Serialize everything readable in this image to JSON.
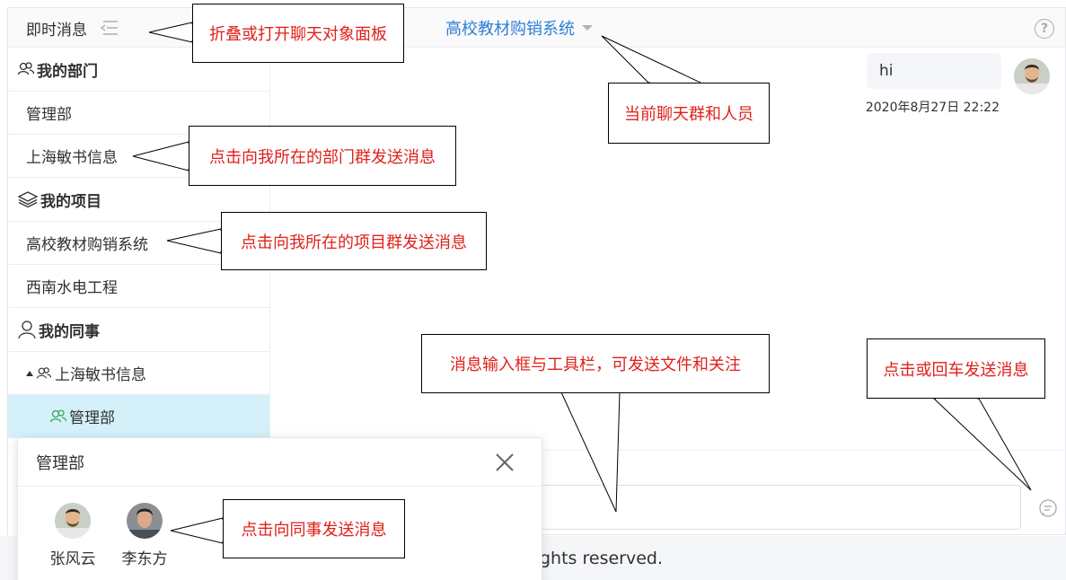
{
  "header": {
    "sidebar_title": "即时消息",
    "chat_title": "高校教材购销系统",
    "help_glyph": "?"
  },
  "sidebar": {
    "dept": {
      "title": "我的部门",
      "items": [
        "管理部",
        "上海敏书信息"
      ]
    },
    "project": {
      "title": "我的项目",
      "items": [
        "高校教材购销系统",
        "西南水电工程"
      ]
    },
    "colleague": {
      "title": "我的同事",
      "org": "上海敏书信息",
      "active_dept": "管理部"
    }
  },
  "chat": {
    "messages": [
      {
        "text": "hi",
        "time": "2020年8月27日 22:22"
      }
    ]
  },
  "popup": {
    "title": "管理部",
    "contacts": [
      {
        "name": "张风云"
      },
      {
        "name": "李东方"
      }
    ]
  },
  "footer": {
    "text": "ghts reserved."
  },
  "callouts": {
    "fold": "折叠或打开聊天对象面板",
    "current": "当前聊天群和人员",
    "dept_group": "点击向我所在的部门群发送消息",
    "project_group": "点击向我所在的项目群发送消息",
    "input_toolbar": "消息输入框与工具栏，可发送文件和关注",
    "send": "点击或回车发送消息",
    "colleague": "点击向同事发送消息"
  },
  "colors": {
    "accent_blue": "#2d7fd6",
    "active_row": "#d4f1f9",
    "callout_red": "#e0201b"
  }
}
